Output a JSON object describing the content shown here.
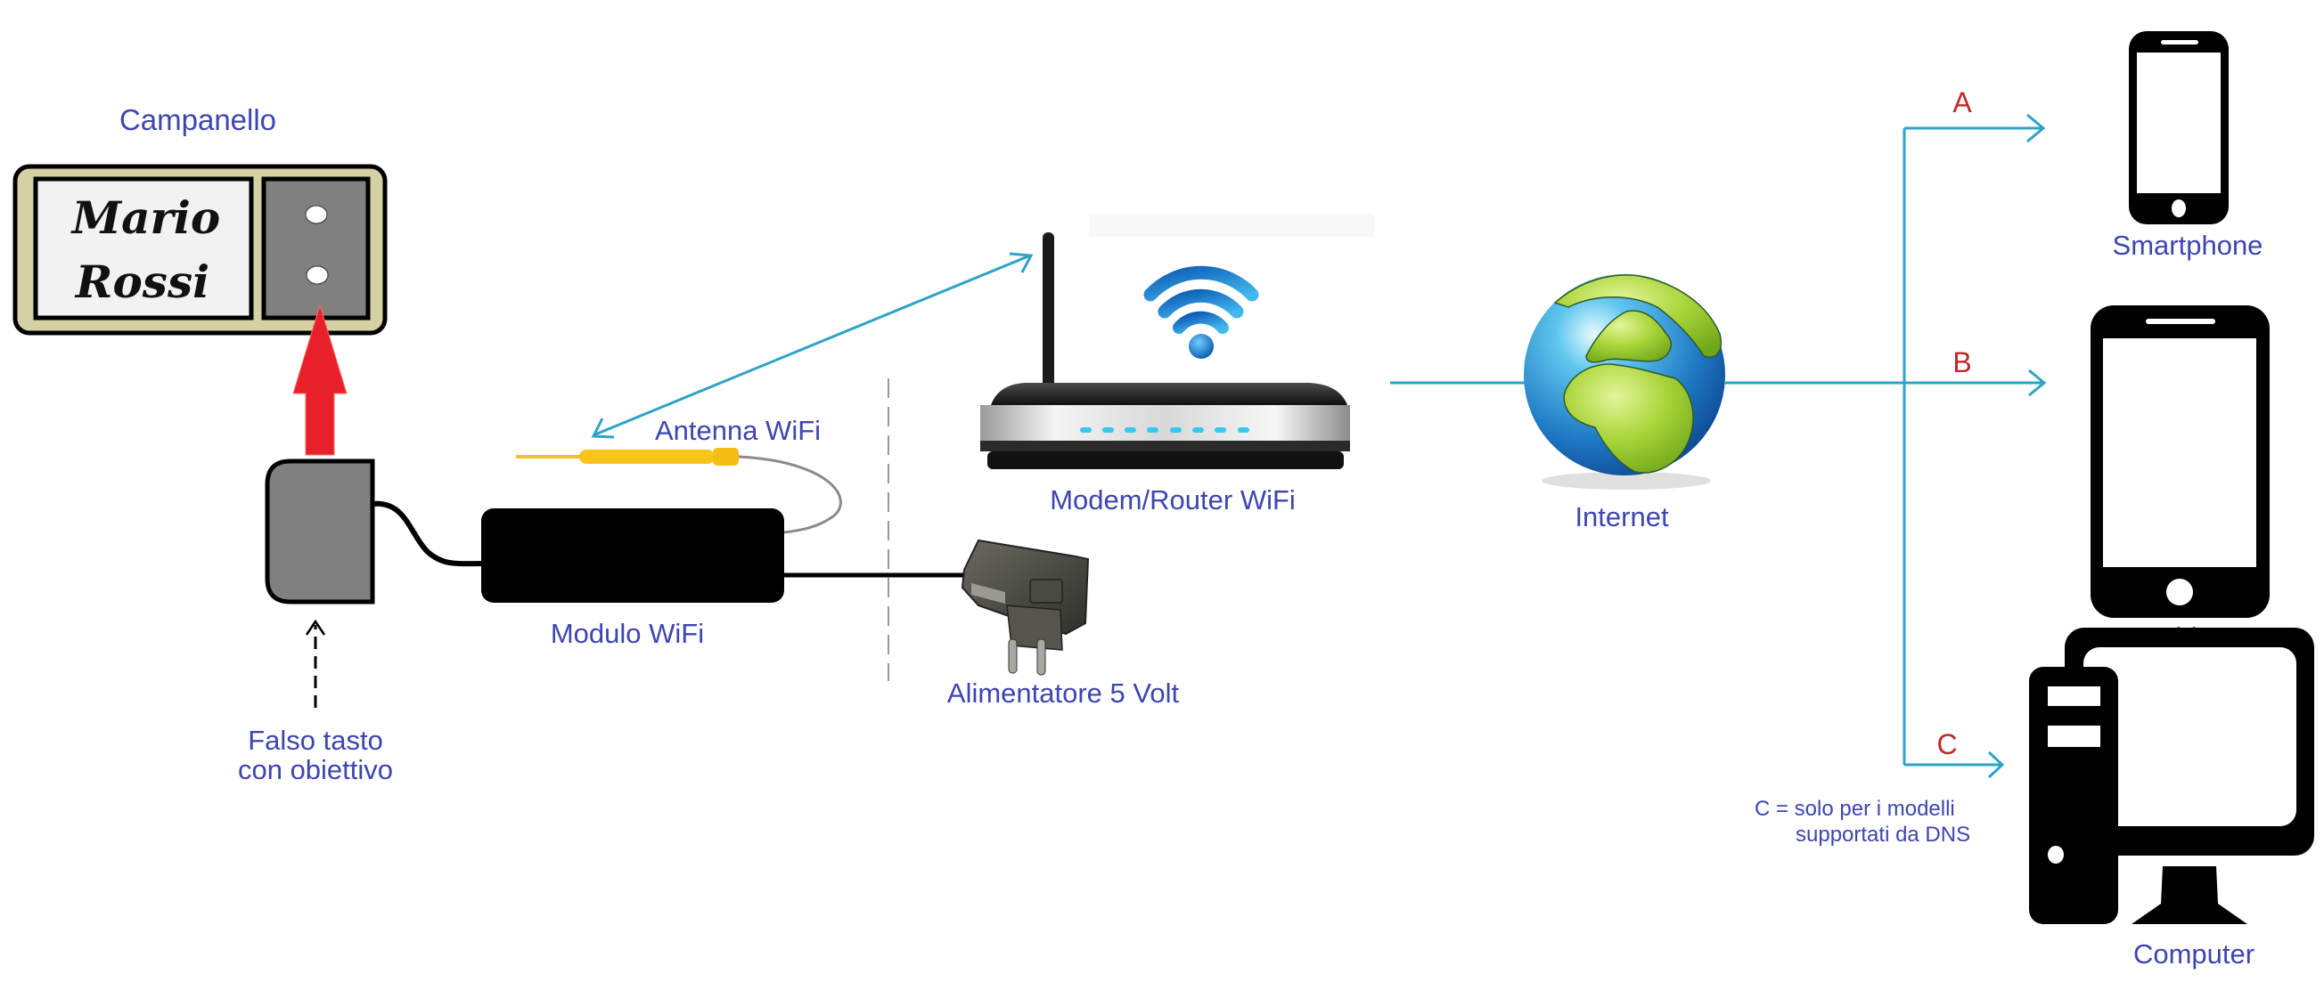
{
  "diagram": {
    "doorbell": {
      "title": "Campanello",
      "nameplate_line1": "Mario",
      "nameplate_line2": "Rossi"
    },
    "fake_button": {
      "label_line1": "Falso tasto",
      "label_line2": "con obiettivo"
    },
    "wifi_module": {
      "label": "Modulo WiFi"
    },
    "antenna": {
      "label": "Antenna WiFi"
    },
    "power_supply": {
      "label": "Alimentatore 5 Volt"
    },
    "router": {
      "label": "Modem/Router WiFi"
    },
    "internet": {
      "label": "Internet"
    },
    "connections": [
      {
        "id": "A",
        "label": "A",
        "target": "Smartphone"
      },
      {
        "id": "B",
        "label": "B",
        "target": "Tablet"
      },
      {
        "id": "C",
        "label": "C",
        "target": "Computer"
      }
    ],
    "devices": {
      "smartphone": "Smartphone",
      "tablet": "Tablet",
      "computer": "Computer"
    },
    "note": {
      "line1": "C = solo per i modelli",
      "line2": "supportati da DNS"
    },
    "colors": {
      "label_text": "#3d46b0",
      "connection_label": "#c2282e",
      "link_line": "#2ea3c7",
      "press_arrow": "#e8202a",
      "doorbell_frame": "#d6d1a4"
    }
  }
}
